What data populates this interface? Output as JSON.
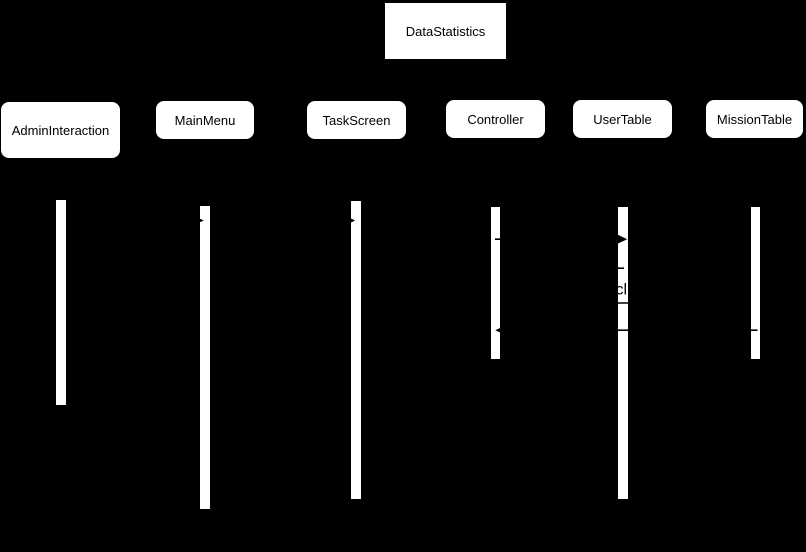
{
  "colors": {
    "background": "#000000",
    "node_fill": "#ffffff",
    "node_text": "#000000",
    "line": "#000000"
  },
  "diagram": {
    "type": "sequence-diagram",
    "title_box": {
      "label": "DataStatistics"
    },
    "participants": [
      {
        "label": "AdminInteraction"
      },
      {
        "label": "MainMenu"
      },
      {
        "label": "TaskScreen"
      },
      {
        "label": "Controller"
      },
      {
        "label": "UserTable"
      },
      {
        "label": "MissionTable"
      }
    ],
    "visible_label_fragment": "cl"
  }
}
